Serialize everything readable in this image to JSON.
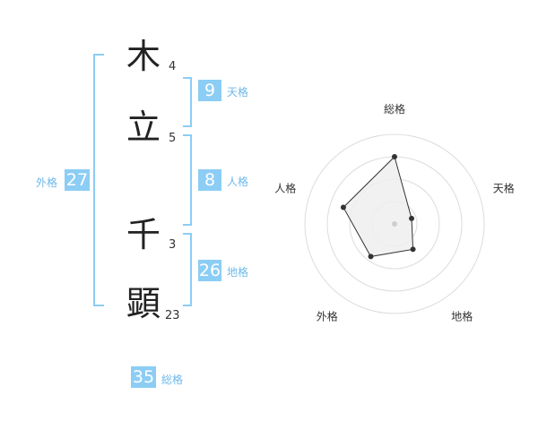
{
  "name": {
    "chars": [
      {
        "char": "木",
        "strokes": "4"
      },
      {
        "char": "立",
        "strokes": "5"
      },
      {
        "char": "千",
        "strokes": "3"
      },
      {
        "char": "顕",
        "strokes": "23"
      }
    ]
  },
  "fortunes": {
    "tenkaku": {
      "value": "9",
      "label": "天格"
    },
    "jinkaku": {
      "value": "8",
      "label": "人格"
    },
    "chikaku": {
      "value": "26",
      "label": "地格"
    },
    "gaikaku": {
      "value": "27",
      "label": "外格"
    },
    "soukaku": {
      "value": "35",
      "label": "総格"
    }
  },
  "colors": {
    "accent": "#8ccdf5",
    "label": "#6fb8ea",
    "polygon_fill": "#efefef"
  },
  "chart_data": {
    "type": "radar",
    "axes": [
      "総格",
      "天格",
      "地格",
      "外格",
      "人格"
    ],
    "values": [
      0.75,
      0.2,
      0.35,
      0.45,
      0.6
    ],
    "range": [
      0,
      1
    ],
    "rings": 4
  }
}
